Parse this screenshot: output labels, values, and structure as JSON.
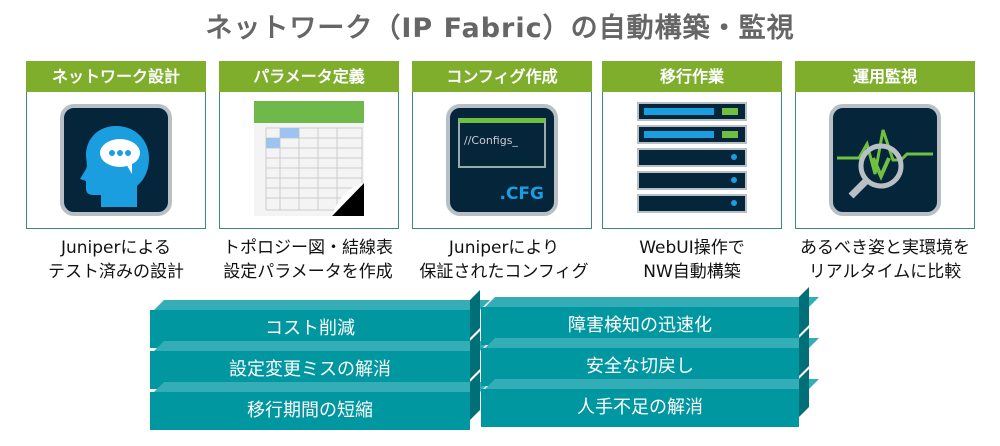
{
  "title": "ネットワーク（IP Fabric）の自動構築・監視",
  "steps": [
    {
      "label": "ネットワーク設計",
      "icon": "head-chat-icon",
      "caption": [
        "Juniperによる",
        "テスト済みの設計"
      ]
    },
    {
      "label": "パラメータ定義",
      "icon": "spreadsheet-icon",
      "caption": [
        "トポロジー図・結線表",
        "設定パラメータを作成"
      ]
    },
    {
      "label": "コンフィグ作成",
      "icon": "config-file-icon",
      "caption": [
        "Juniperにより",
        "保証されたコンフィグ"
      ],
      "icon_text": [
        "//Configs_",
        ".CFG"
      ]
    },
    {
      "label": "移行作業",
      "icon": "server-rack-icon",
      "caption": [
        "WebUI操作で",
        "NW自動構築"
      ]
    },
    {
      "label": "運用監視",
      "icon": "monitor-magnifier-icon",
      "caption": [
        "あるべき姿と実環境を",
        "リアルタイムに比較"
      ]
    }
  ],
  "benefits_left": [
    "コスト削減",
    "設定変更ミスの解消",
    "移行期間の短縮"
  ],
  "benefits_right": [
    "障害検知の迅速化",
    "安全な切戻し",
    "人手不足の解消"
  ],
  "colors": {
    "header": "#7fae2d",
    "block": "#0097a0",
    "icon_bg": "#05253a",
    "accent_blue": "#1a9ee0"
  }
}
